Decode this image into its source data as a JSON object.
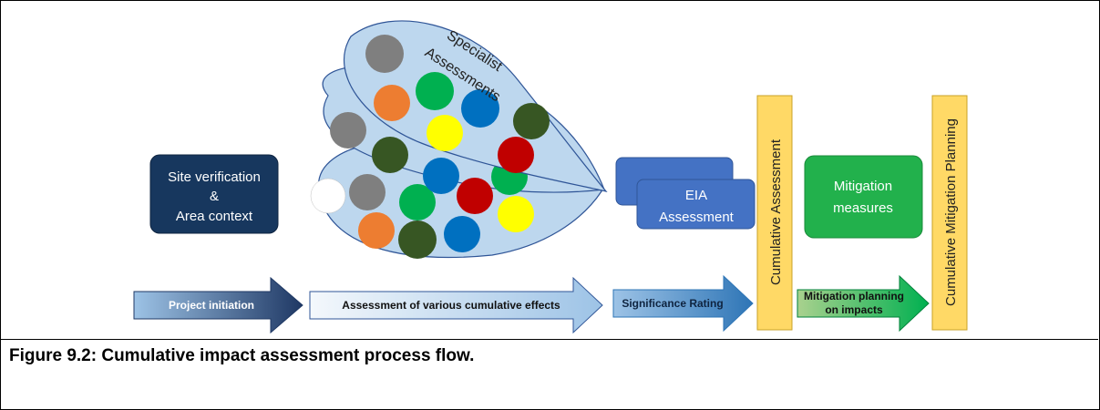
{
  "diagram": {
    "nodes": {
      "site": {
        "lines": [
          "Site verification",
          "&",
          "Area context"
        ]
      },
      "specialist": {
        "lines": [
          "Specialist",
          "Assessments"
        ]
      },
      "eia_stack": {
        "lines": [
          "EIA",
          "Assessment"
        ]
      },
      "cumulative_assessment": {
        "label": "Cumulative Assessment"
      },
      "mitigation_measures": {
        "lines": [
          "Mitigation",
          "measures"
        ]
      },
      "cumulative_mitigation": {
        "label": "Cumulative Mitigation Planning"
      }
    },
    "arrows": [
      {
        "id": "project-initiation",
        "lines": [
          "Project initiation"
        ]
      },
      {
        "id": "assessment-various",
        "lines": [
          "Assessment of various cumulative effects"
        ]
      },
      {
        "id": "significance-rating",
        "lines": [
          "Significance Rating"
        ]
      },
      {
        "id": "mitigation-planning",
        "lines": [
          "Mitigation planning",
          "on impacts"
        ]
      }
    ]
  },
  "caption": "Figure 9.2: Cumulative impact assessment process flow.",
  "colors": {
    "navy": "#17375e",
    "blue": "#4472c4",
    "green": "#22b14c",
    "yellow_bar": "#ffd966",
    "disc_fill": "#bdd7ee",
    "disc_stroke": "#2f5597"
  }
}
